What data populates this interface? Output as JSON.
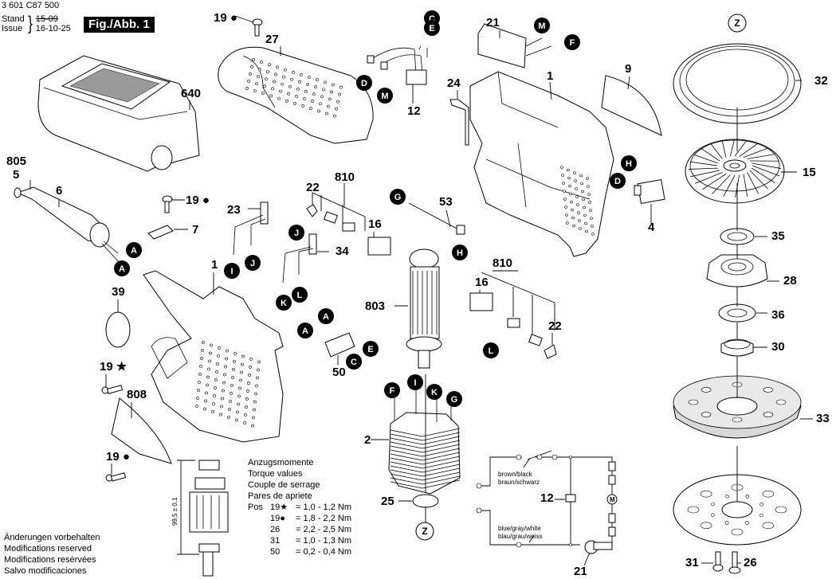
{
  "header": {
    "doc_number": "3 601 C87 500",
    "stand_label": "Stand",
    "issue_label": "Issue",
    "stand_old_date": "15-09",
    "issue_date": "16-10-25",
    "figure_label": "Fig./Abb. 1"
  },
  "torque": {
    "title_lines": [
      "Anzugsmomente",
      "Torque values",
      "Couple de serrage",
      "Pares de apriete"
    ],
    "pos_label": "Pos",
    "rows": [
      {
        "pos": "19★",
        "value": "= 1,0 - 1,2 Nm"
      },
      {
        "pos": "19●",
        "value": "= 1,8 - 2,2 Nm"
      },
      {
        "pos": "26",
        "value": "= 2,2 - 2,5 Nm"
      },
      {
        "pos": "31",
        "value": "= 1,0 - 1,3 Nm"
      },
      {
        "pos": "50",
        "value": "= 0,2 - 0,4 Nm"
      }
    ]
  },
  "footer": {
    "lines": [
      "Änderungen vorbehalten",
      "Modifications reserved",
      "Modifications resérvées",
      "Salvo modificaciones"
    ]
  },
  "armature_dimension": "99,5 ± 0,1",
  "wiring": {
    "label_top_1": "brown/black",
    "label_top_2": "braun/schwarz",
    "label_bottom_1": "blue/gray/white",
    "label_bottom_2": "blau/grau/weiss",
    "capacitor_ref": "12",
    "switch_ref": "21",
    "motor_symbol": "M"
  },
  "part_labels": [
    {
      "id": "p19a",
      "text": "19 ●"
    },
    {
      "id": "p27",
      "text": "27"
    },
    {
      "id": "p12",
      "text": "12"
    },
    {
      "id": "p21",
      "text": "21"
    },
    {
      "id": "p24",
      "text": "24"
    },
    {
      "id": "p1a",
      "text": "1"
    },
    {
      "id": "p9",
      "text": "9"
    },
    {
      "id": "p32",
      "text": "32"
    },
    {
      "id": "p640",
      "text": "640"
    },
    {
      "id": "p805",
      "text": "805"
    },
    {
      "id": "p5",
      "text": "5"
    },
    {
      "id": "p6",
      "text": "6"
    },
    {
      "id": "p19b",
      "text": "19 ●"
    },
    {
      "id": "p7",
      "text": "7"
    },
    {
      "id": "p23",
      "text": "23"
    },
    {
      "id": "p22a",
      "text": "22"
    },
    {
      "id": "p810a",
      "text": "810"
    },
    {
      "id": "p16a",
      "text": "16"
    },
    {
      "id": "p34",
      "text": "34"
    },
    {
      "id": "p53",
      "text": "53"
    },
    {
      "id": "p15",
      "text": "15"
    },
    {
      "id": "p4",
      "text": "4"
    },
    {
      "id": "p35",
      "text": "35"
    },
    {
      "id": "p1b",
      "text": "1"
    },
    {
      "id": "p39",
      "text": "39"
    },
    {
      "id": "p803",
      "text": "803"
    },
    {
      "id": "p810b",
      "text": "810"
    },
    {
      "id": "p16b",
      "text": "16"
    },
    {
      "id": "p22b",
      "text": "22"
    },
    {
      "id": "p28",
      "text": "28"
    },
    {
      "id": "p36",
      "text": "36"
    },
    {
      "id": "p30",
      "text": "30"
    },
    {
      "id": "p19star",
      "text": "19 ★"
    },
    {
      "id": "p50",
      "text": "50"
    },
    {
      "id": "p808",
      "text": "808"
    },
    {
      "id": "p2",
      "text": "2"
    },
    {
      "id": "p33",
      "text": "33"
    },
    {
      "id": "p19c",
      "text": "19 ●"
    },
    {
      "id": "p25",
      "text": "25"
    },
    {
      "id": "p31",
      "text": "31"
    },
    {
      "id": "p26",
      "text": "26"
    }
  ],
  "connector_markers": [
    "A",
    "A",
    "A",
    "A",
    "C",
    "C",
    "D",
    "D",
    "E",
    "E",
    "F",
    "F",
    "G",
    "G",
    "H",
    "H",
    "I",
    "I",
    "J",
    "J",
    "K",
    "K",
    "L",
    "L",
    "M",
    "M"
  ],
  "assembly_markers": [
    "Z",
    "Z"
  ]
}
